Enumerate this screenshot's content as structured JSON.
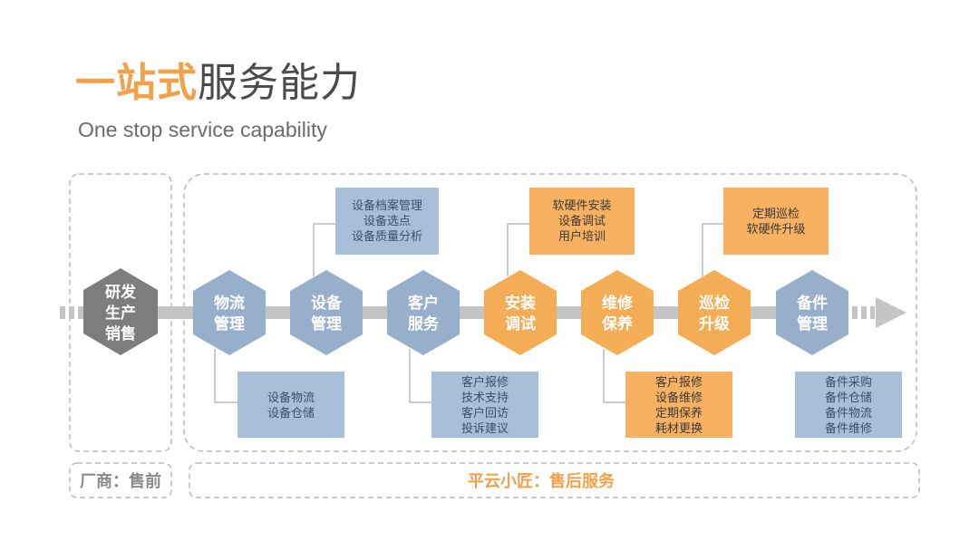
{
  "header": {
    "title_accent": "一站式",
    "title_rest": "服务能力",
    "subtitle": "One stop service capability"
  },
  "colors": {
    "accent": "#f0a14a",
    "blue_node": "#97afcb",
    "blue_box": "#a8bfd9",
    "orange_node": "#f5ad55",
    "orange_box": "#f7b160",
    "gray_node": "#7d7d7d",
    "arrow": "#c4c4c4",
    "dash": "#bdb6c9"
  },
  "groups": {
    "pre_sale_label": "厂商：售前",
    "after_sale_label": "平云小匠：售后服务"
  },
  "nodes": [
    {
      "id": "rd",
      "lines": [
        "研发",
        "生产",
        "销售"
      ],
      "color": "gray",
      "icon": "hexagon"
    },
    {
      "id": "logistics",
      "lines": [
        "物流",
        "管理"
      ],
      "color": "blue",
      "icon": "hexagon"
    },
    {
      "id": "equipment",
      "lines": [
        "设备",
        "管理"
      ],
      "color": "blue",
      "icon": "hexagon"
    },
    {
      "id": "customer",
      "lines": [
        "客户",
        "服务"
      ],
      "color": "blue",
      "icon": "hexagon"
    },
    {
      "id": "install",
      "lines": [
        "安装",
        "调试"
      ],
      "color": "orange",
      "icon": "hexagon"
    },
    {
      "id": "maintain",
      "lines": [
        "维修",
        "保养"
      ],
      "color": "orange",
      "icon": "hexagon"
    },
    {
      "id": "inspect",
      "lines": [
        "巡检",
        "升级"
      ],
      "color": "orange",
      "icon": "hexagon"
    },
    {
      "id": "parts",
      "lines": [
        "备件",
        "管理"
      ],
      "color": "blue",
      "icon": "hexagon"
    }
  ],
  "boxes": [
    {
      "id": "box-equipment",
      "for": "equipment",
      "position": "above",
      "color": "blue",
      "lines": [
        "设备档案管理",
        "设备选点",
        "设备质量分析"
      ]
    },
    {
      "id": "box-install",
      "for": "install",
      "position": "above",
      "color": "orange",
      "lines": [
        "软硬件安装",
        "设备调试",
        "用户培训"
      ]
    },
    {
      "id": "box-inspect",
      "for": "inspect",
      "position": "above",
      "color": "orange",
      "lines": [
        "定期巡检",
        "软硬件升级"
      ]
    },
    {
      "id": "box-logistics",
      "for": "logistics",
      "position": "below",
      "color": "blue",
      "lines": [
        "设备物流",
        "设备仓储"
      ]
    },
    {
      "id": "box-customer",
      "for": "customer",
      "position": "below",
      "color": "blue",
      "lines": [
        "客户报修",
        "技术支持",
        "客户回访",
        "投诉建议"
      ]
    },
    {
      "id": "box-maintain",
      "for": "maintain",
      "position": "below",
      "color": "orange",
      "lines": [
        "客户报修",
        "设备维修",
        "定期保养",
        "耗材更换"
      ]
    },
    {
      "id": "box-parts",
      "for": "parts",
      "position": "below",
      "color": "blue",
      "lines": [
        "备件采购",
        "备件仓储",
        "备件物流",
        "备件维修"
      ]
    }
  ]
}
